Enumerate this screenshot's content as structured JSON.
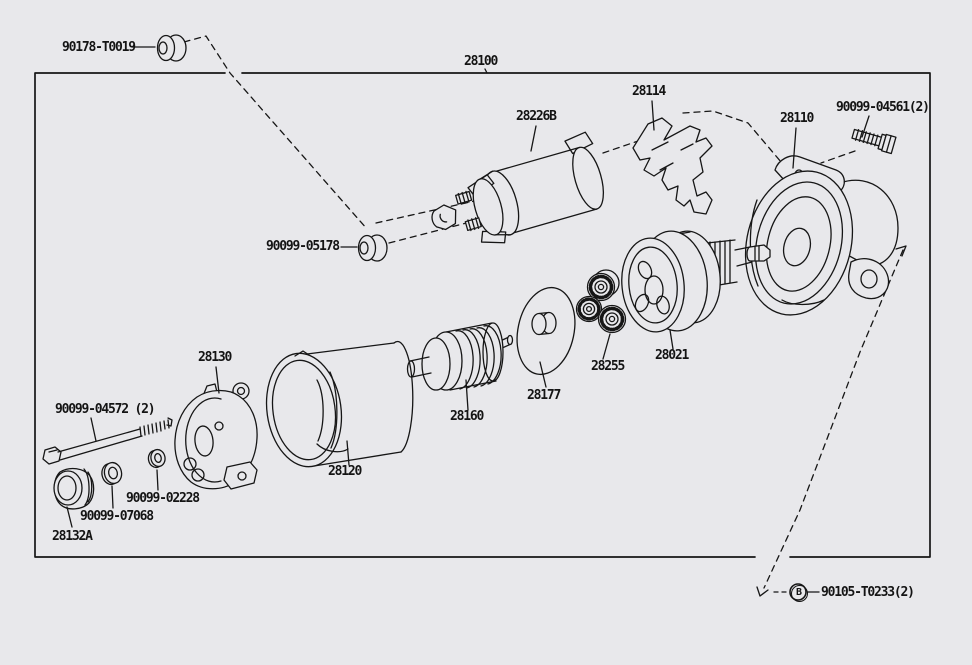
{
  "diagram_title": "Starter motor exploded parts diagram",
  "colors": {
    "background": "#e8e8eb",
    "line": "#161616"
  },
  "assembly": {
    "number": "28100"
  },
  "parts": [
    {
      "ref": "90178-T0019"
    },
    {
      "ref": "28100"
    },
    {
      "ref": "28226B"
    },
    {
      "ref": "28114"
    },
    {
      "ref": "28110"
    },
    {
      "ref": "90099-04561(2)"
    },
    {
      "ref": "90099-05178"
    },
    {
      "ref": "28021"
    },
    {
      "ref": "28255"
    },
    {
      "ref": "28177"
    },
    {
      "ref": "28160"
    },
    {
      "ref": "28120"
    },
    {
      "ref": "28130"
    },
    {
      "ref": "90099-04572 (2)"
    },
    {
      "ref": "90099-02228"
    },
    {
      "ref": "90099-07068"
    },
    {
      "ref": "28132A"
    }
  ],
  "callout_b": {
    "letter": "B",
    "ref": "90105-T0233(2)"
  }
}
